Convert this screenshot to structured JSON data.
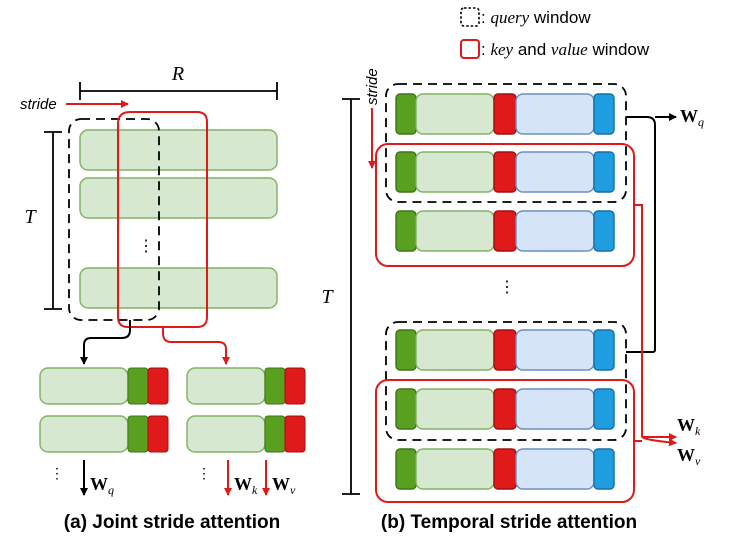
{
  "legend": {
    "query": {
      "prefix": ": ",
      "em": "query",
      "suffix": " window"
    },
    "key_value": {
      "prefix": ": ",
      "em": "key",
      "middle": " and ",
      "em2": "value",
      "suffix": " window"
    }
  },
  "joint": {
    "caption": "(a) Joint stride attention",
    "range_label": "R",
    "time_label": "T",
    "stride_label": "stride",
    "ellipsis": "⋮",
    "wq": {
      "base": "W",
      "sub": "q"
    },
    "wk": {
      "base": "W",
      "sub": "k"
    },
    "wv": {
      "base": "W",
      "sub": "v"
    }
  },
  "temporal": {
    "caption": "(b) Temporal stride attention",
    "time_label": "T",
    "stride_label": "stride",
    "ellipsis": "⋮",
    "wq": {
      "base": "W",
      "sub": "q"
    },
    "wk": {
      "base": "W",
      "sub": "k"
    },
    "wv": {
      "base": "W",
      "sub": "v"
    }
  },
  "colors": {
    "block_fill": "#d6e8d0",
    "block_stroke": "#82b366",
    "dark_green": "#5aa020",
    "red": "#e01a1a",
    "light_blue": "#d5e5f7",
    "blue_stroke": "#6c8ebf",
    "cyan": "#1f9de0",
    "kv_stroke": "#e01a1a"
  }
}
